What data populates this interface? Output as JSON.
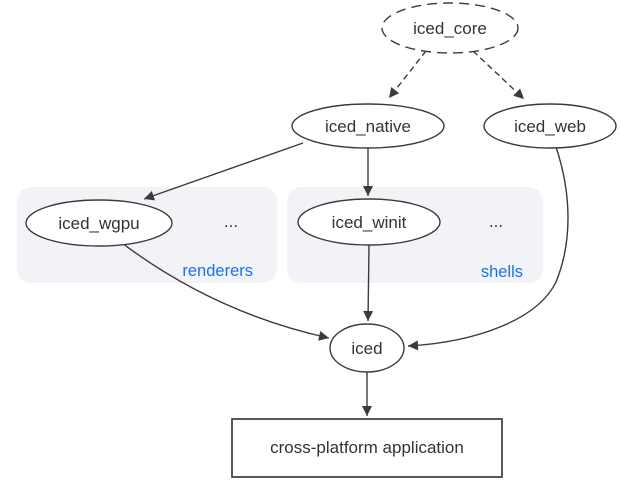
{
  "diagram": {
    "nodes": {
      "iced_core": {
        "label": "iced_core",
        "shape": "ellipse",
        "border": "dashed"
      },
      "iced_native": {
        "label": "iced_native",
        "shape": "ellipse",
        "border": "solid"
      },
      "iced_web": {
        "label": "iced_web",
        "shape": "ellipse",
        "border": "solid"
      },
      "iced_wgpu": {
        "label": "iced_wgpu",
        "shape": "ellipse",
        "border": "solid"
      },
      "iced_winit": {
        "label": "iced_winit",
        "shape": "ellipse",
        "border": "solid"
      },
      "iced": {
        "label": "iced",
        "shape": "ellipse",
        "border": "solid"
      },
      "app": {
        "label": "cross-platform application",
        "shape": "rect",
        "border": "solid"
      }
    },
    "groups": {
      "renderers": {
        "label": "renderers",
        "ellipsis": "...",
        "contains": [
          "iced_wgpu"
        ]
      },
      "shells": {
        "label": "shells",
        "ellipsis": "...",
        "contains": [
          "iced_winit"
        ]
      }
    },
    "edges": [
      {
        "from": "iced_core",
        "to": "iced_native",
        "style": "dashed"
      },
      {
        "from": "iced_core",
        "to": "iced_web",
        "style": "dashed"
      },
      {
        "from": "iced_native",
        "to": "iced_wgpu",
        "style": "solid"
      },
      {
        "from": "iced_native",
        "to": "iced_winit",
        "style": "solid"
      },
      {
        "from": "iced_wgpu",
        "to": "iced",
        "style": "solid"
      },
      {
        "from": "iced_winit",
        "to": "iced",
        "style": "solid"
      },
      {
        "from": "iced_web",
        "to": "iced",
        "style": "solid"
      },
      {
        "from": "iced",
        "to": "app",
        "style": "solid"
      }
    ]
  },
  "colors": {
    "group_label": "#1a73e8",
    "group_background": "#f1f3f6",
    "stroke": "#3b3b3b",
    "background": "#ffffff"
  }
}
